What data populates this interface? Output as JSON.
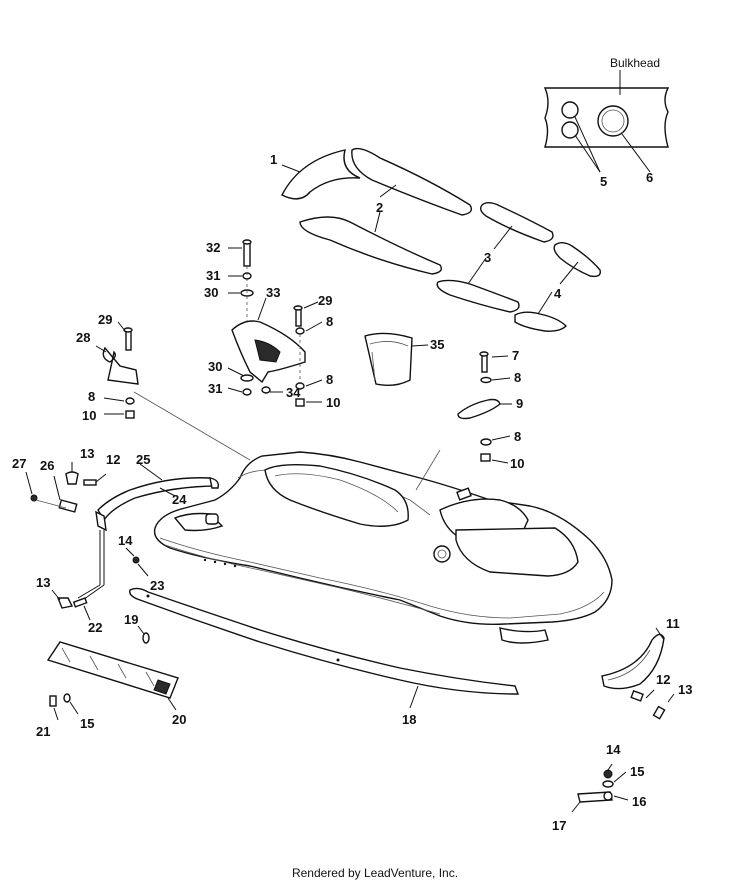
{
  "header": {
    "bulkhead_label": "Bulkhead"
  },
  "callouts": [
    {
      "id": "c1",
      "text": "1"
    },
    {
      "id": "c2",
      "text": "2"
    },
    {
      "id": "c3",
      "text": "3"
    },
    {
      "id": "c4",
      "text": "4"
    },
    {
      "id": "c5",
      "text": "5"
    },
    {
      "id": "c6",
      "text": "6"
    },
    {
      "id": "c7",
      "text": "7"
    },
    {
      "id": "c8a",
      "text": "8"
    },
    {
      "id": "c8b",
      "text": "8"
    },
    {
      "id": "c8c",
      "text": "8"
    },
    {
      "id": "c8d",
      "text": "8"
    },
    {
      "id": "c8e",
      "text": "8"
    },
    {
      "id": "c9",
      "text": "9"
    },
    {
      "id": "c10a",
      "text": "10"
    },
    {
      "id": "c10b",
      "text": "10"
    },
    {
      "id": "c10c",
      "text": "10"
    },
    {
      "id": "c11",
      "text": "11"
    },
    {
      "id": "c12a",
      "text": "12"
    },
    {
      "id": "c12b",
      "text": "12"
    },
    {
      "id": "c13a",
      "text": "13"
    },
    {
      "id": "c13b",
      "text": "13"
    },
    {
      "id": "c13c",
      "text": "13"
    },
    {
      "id": "c14a",
      "text": "14"
    },
    {
      "id": "c14b",
      "text": "14"
    },
    {
      "id": "c15a",
      "text": "15"
    },
    {
      "id": "c15b",
      "text": "15"
    },
    {
      "id": "c16",
      "text": "16"
    },
    {
      "id": "c17",
      "text": "17"
    },
    {
      "id": "c18",
      "text": "18"
    },
    {
      "id": "c19",
      "text": "19"
    },
    {
      "id": "c20",
      "text": "20"
    },
    {
      "id": "c21",
      "text": "21"
    },
    {
      "id": "c22",
      "text": "22"
    },
    {
      "id": "c23",
      "text": "23"
    },
    {
      "id": "c24",
      "text": "24"
    },
    {
      "id": "c25",
      "text": "25"
    },
    {
      "id": "c26",
      "text": "26"
    },
    {
      "id": "c27",
      "text": "27"
    },
    {
      "id": "c28",
      "text": "28"
    },
    {
      "id": "c29a",
      "text": "29"
    },
    {
      "id": "c29b",
      "text": "29"
    },
    {
      "id": "c30a",
      "text": "30"
    },
    {
      "id": "c30b",
      "text": "30"
    },
    {
      "id": "c31a",
      "text": "31"
    },
    {
      "id": "c31b",
      "text": "31"
    },
    {
      "id": "c32",
      "text": "32"
    },
    {
      "id": "c33",
      "text": "33"
    },
    {
      "id": "c34",
      "text": "34"
    },
    {
      "id": "c35",
      "text": "35"
    }
  ],
  "footer": {
    "text": "Rendered by LeadVenture, Inc."
  }
}
